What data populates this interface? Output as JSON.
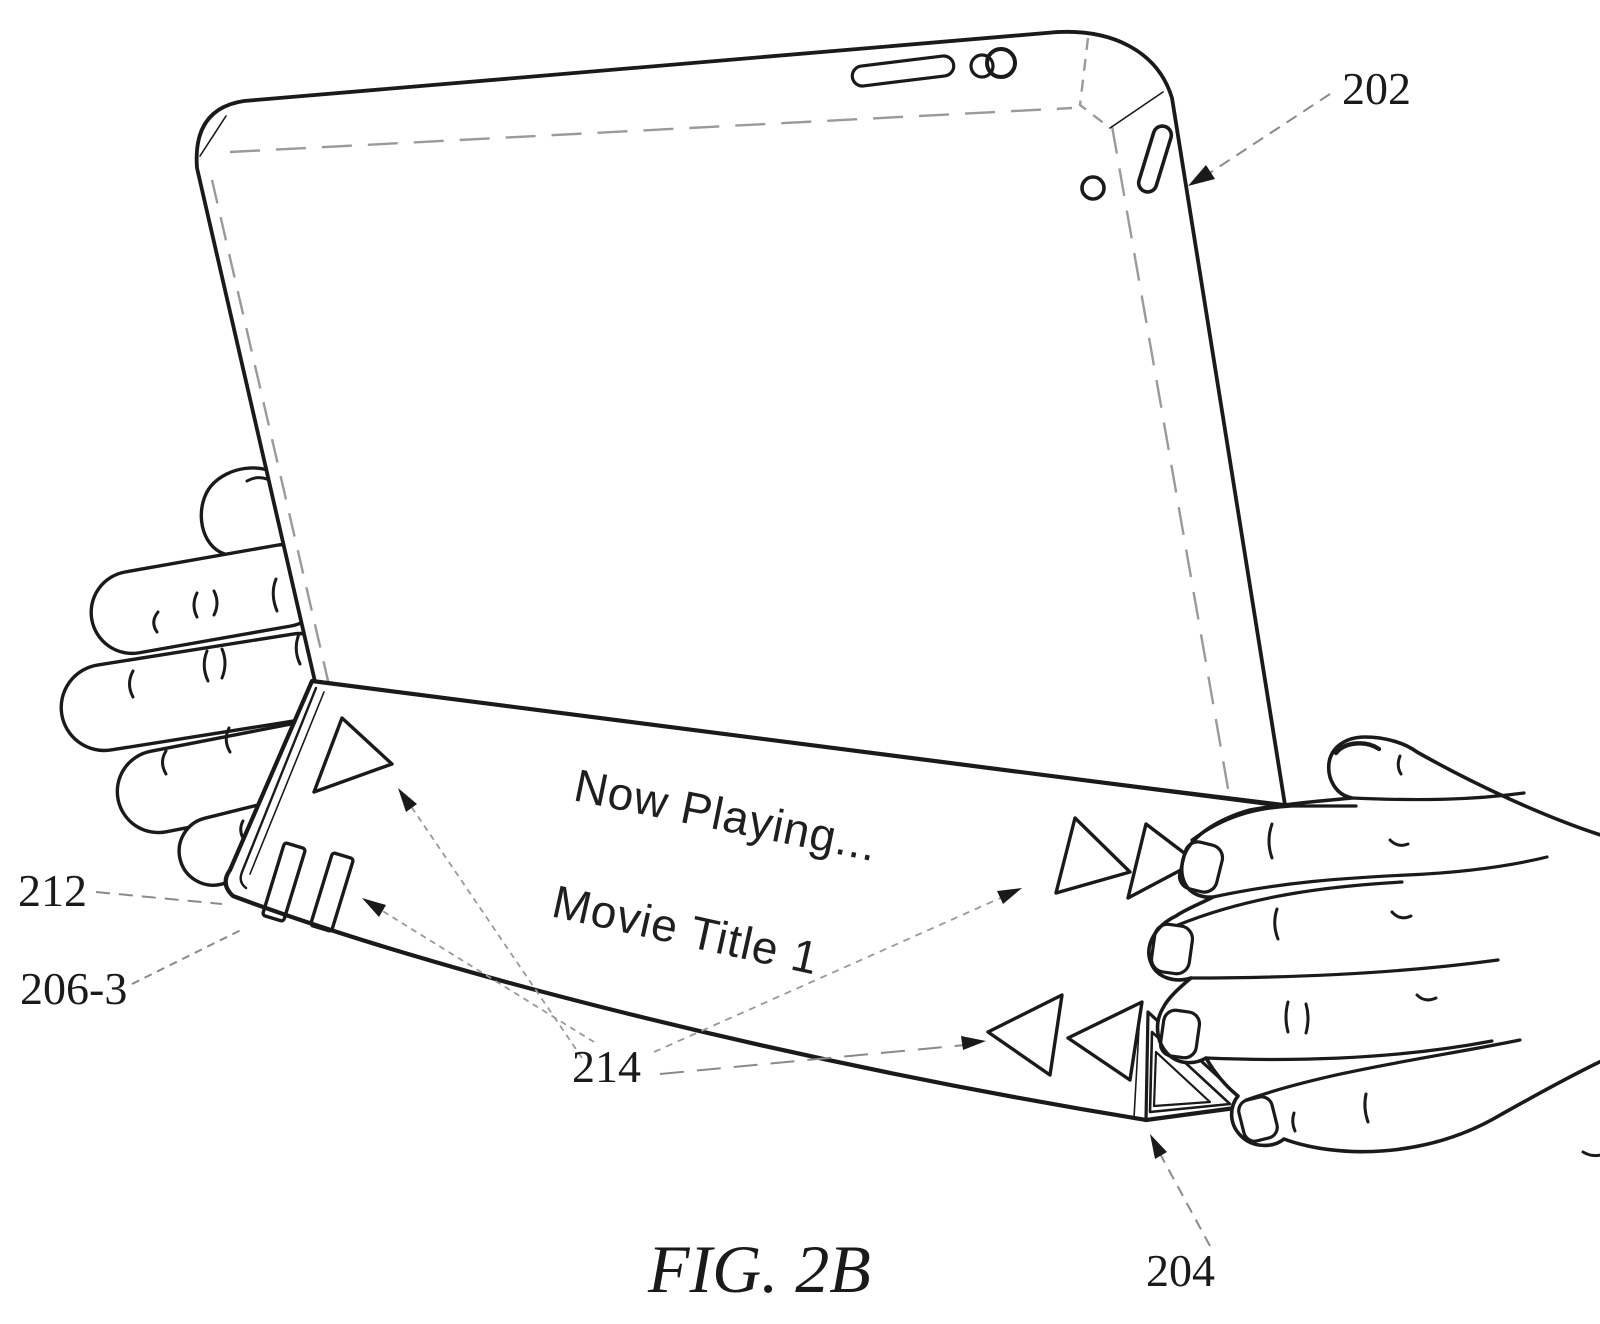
{
  "figure": {
    "caption": "FIG. 2B"
  },
  "cover_display": {
    "status_line": "Now Playing...",
    "title_line": "Movie Title 1",
    "controls": [
      {
        "name": "play-icon",
        "glyph": "▷"
      },
      {
        "name": "pause-icon",
        "glyph": "▯▯"
      },
      {
        "name": "fast-forward-icon",
        "glyph": "▷▷"
      },
      {
        "name": "rewind-icon",
        "glyph": "◁◁"
      }
    ]
  },
  "reference_numerals": {
    "tablet_device": "202",
    "cover_hinge_edge": "212",
    "cover_segment": "206-3",
    "media_controls": "214",
    "folded_cover_section": "204"
  },
  "colors": {
    "line": "#1a1a1a",
    "leader": "#8a8a8a",
    "background": "#ffffff"
  }
}
